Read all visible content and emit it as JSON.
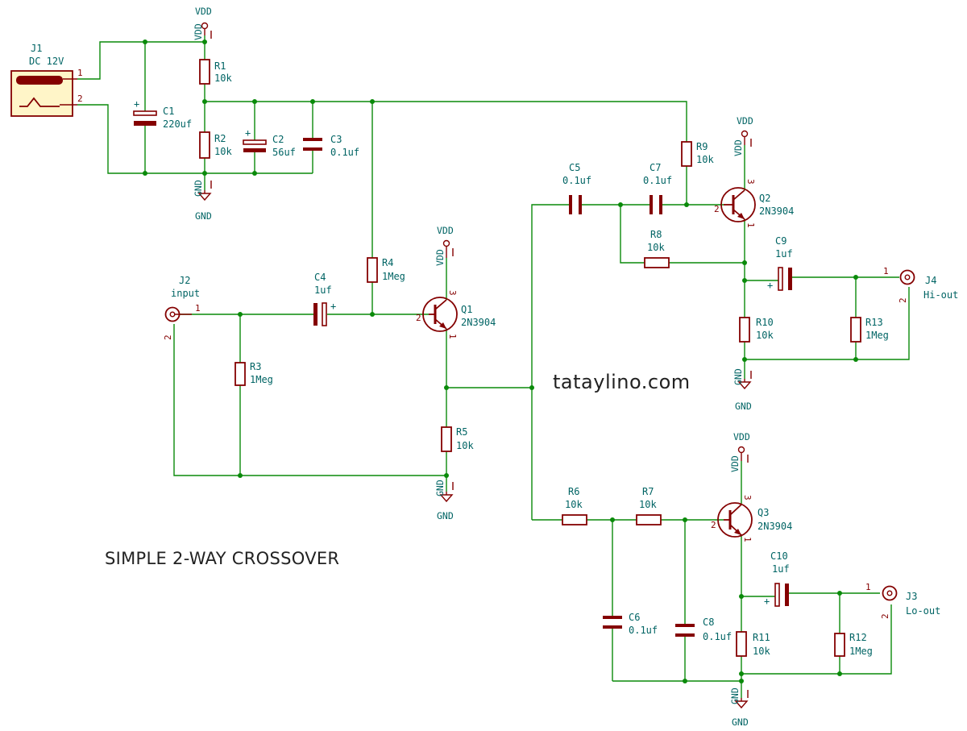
{
  "title": "SIMPLE 2-WAY CROSSOVER",
  "watermark": "tataylino.com",
  "power": {
    "vdd": "VDD",
    "gnd": "GND"
  },
  "connectors": {
    "J1": {
      "ref": "J1",
      "value": "DC 12V",
      "pin1": "1",
      "pin2": "2"
    },
    "J2": {
      "ref": "J2",
      "value": "input",
      "pin1": "1",
      "pin2": "2"
    },
    "J3": {
      "ref": "J3",
      "value": "Lo-out",
      "pin1": "1",
      "pin2": "2"
    },
    "J4": {
      "ref": "J4",
      "value": "Hi-out",
      "pin1": "1",
      "pin2": "2"
    }
  },
  "resistors": {
    "R1": {
      "ref": "R1",
      "value": "10k"
    },
    "R2": {
      "ref": "R2",
      "value": "10k"
    },
    "R3": {
      "ref": "R3",
      "value": "1Meg"
    },
    "R4": {
      "ref": "R4",
      "value": "1Meg"
    },
    "R5": {
      "ref": "R5",
      "value": "10k"
    },
    "R6": {
      "ref": "R6",
      "value": "10k"
    },
    "R7": {
      "ref": "R7",
      "value": "10k"
    },
    "R8": {
      "ref": "R8",
      "value": "10k"
    },
    "R9": {
      "ref": "R9",
      "value": "10k"
    },
    "R10": {
      "ref": "R10",
      "value": "10k"
    },
    "R11": {
      "ref": "R11",
      "value": "10k"
    },
    "R12": {
      "ref": "R12",
      "value": "1Meg"
    },
    "R13": {
      "ref": "R13",
      "value": "1Meg"
    }
  },
  "capacitors": {
    "C1": {
      "ref": "C1",
      "value": "220uf"
    },
    "C2": {
      "ref": "C2",
      "value": "56uf"
    },
    "C3": {
      "ref": "C3",
      "value": "0.1uf"
    },
    "C4": {
      "ref": "C4",
      "value": "1uf"
    },
    "C5": {
      "ref": "C5",
      "value": "0.1uf"
    },
    "C6": {
      "ref": "C6",
      "value": "0.1uf"
    },
    "C7": {
      "ref": "C7",
      "value": "0.1uf"
    },
    "C8": {
      "ref": "C8",
      "value": "0.1uf"
    },
    "C9": {
      "ref": "C9",
      "value": "1uf"
    },
    "C10": {
      "ref": "C10",
      "value": "1uf"
    }
  },
  "transistors": {
    "Q1": {
      "ref": "Q1",
      "value": "2N3904"
    },
    "Q2": {
      "ref": "Q2",
      "value": "2N3904"
    },
    "Q3": {
      "ref": "Q3",
      "value": "2N3904"
    }
  },
  "pins": {
    "p1": "1",
    "p2": "2",
    "p3": "3"
  },
  "polarity": {
    "plus": "+"
  }
}
